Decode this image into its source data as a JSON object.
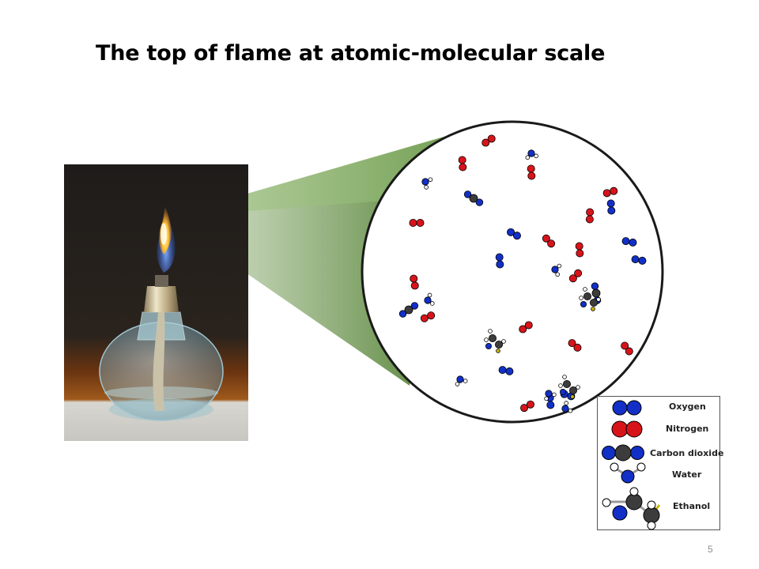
{
  "title": "The top of flame at atomic-molecular scale",
  "page_number": "5",
  "legend": {
    "oxygen": "Oxygen",
    "nitrogen": "Nitrogen",
    "carbon_dioxide": "Carbon dioxide",
    "water": "Water",
    "ethanol": "Ethanol"
  },
  "colors": {
    "oxygen_atom": "#d8141b",
    "nitrogen_atom": "#1230c8",
    "carbon_atom": "#3c3c3c",
    "hydrogen_atom": "#ffffff",
    "zoom_cone": "#5a8a3a",
    "lamp_background": "#231f1b"
  }
}
